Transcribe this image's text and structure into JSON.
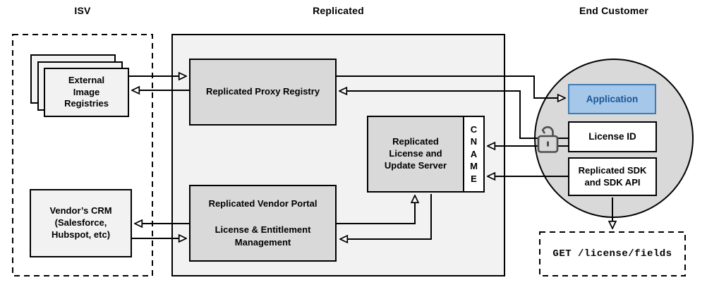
{
  "headers": {
    "isv": "ISV",
    "replicated": "Replicated",
    "end_customer": "End Customer"
  },
  "nodes": {
    "external_registries": "External\nImage\nRegistries",
    "vendors_crm": "Vendor’s CRM\n(Salesforce,\nHubspot, etc)",
    "proxy_registry": "Replicated Proxy Registry",
    "license_update_server": "Replicated\nLicense and\nUpdate Server",
    "cname": "CNAME",
    "vendor_portal": "Replicated Vendor Portal\n\nLicense & Entitlement\nManagement",
    "application": "Application",
    "license_id": "License ID",
    "replicated_sdk": "Replicated SDK\nand SDK API",
    "get_license_fields": "GET /license/fields"
  },
  "icons": {
    "lock": "open-padlock-icon"
  },
  "colors": {
    "box_gray": "#d9d9d9",
    "container_gray": "#f2f2f2",
    "app_fill": "#a5c7e9",
    "app_border": "#3f7cb4",
    "app_text": "#1a5796",
    "line_black": "#000000",
    "lock_gray": "#4d4d4d"
  }
}
